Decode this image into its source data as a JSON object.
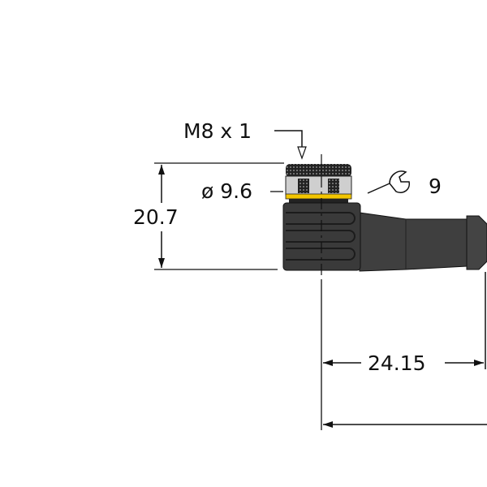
{
  "drawing": {
    "thread_label": "M8 x 1",
    "diameter_label": "ø 9.6",
    "height_label": "20.7",
    "wrench_size_label": "9",
    "length_label": "24.15",
    "colors": {
      "body": "#3a3a3a",
      "nut_ring": "#f2c500",
      "nut_body": "#cfcfcf",
      "line": "#111111"
    }
  }
}
